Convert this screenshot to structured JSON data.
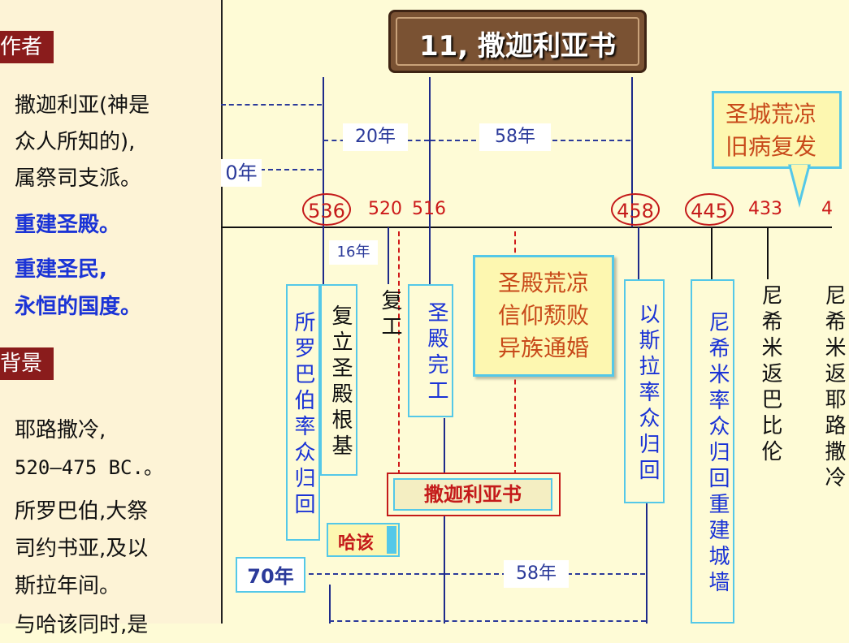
{
  "left_panel": {
    "author_tag": "作者",
    "author_lines": [
      "撒迦利亚(神是",
      "众人所知的),",
      "属祭司支派。"
    ],
    "purpose_lines": [
      "重建圣殿。",
      "重建圣民,",
      "永恒的国度。"
    ],
    "background_tag": "背景",
    "background_lines": [
      "耶路撒冷,",
      "520—475 BC.。",
      "所罗巴伯,大祭",
      "司约书亚,及以",
      "斯拉年间。",
      "与哈该同时,是"
    ]
  },
  "title": "11, 撒迦利亚书",
  "years": {
    "y536": "536",
    "y520": "520",
    "y516": "516",
    "y458": "458",
    "y445": "445",
    "y433": "433",
    "y4x": "4"
  },
  "durations": {
    "d20": "20年",
    "d58_top": "58年",
    "d70_left": "0年",
    "d16": "16年",
    "d70_bottom": "70年",
    "d58_bottom": "58年"
  },
  "events": {
    "zerubbabel": "所罗巴伯率众归回",
    "foundation": "复立圣殿根基",
    "resume": "复工",
    "temple_done": "圣殿完工",
    "ezra": "以斯拉率众归回",
    "nehemiah": "尼希米率众归回重建城墙",
    "nehemiah_return": "尼希米返巴比伦",
    "nehemiah_again": "尼希米返耶路撒冷"
  },
  "callouts": {
    "temple_desolate": [
      "圣殿荒凉",
      "信仰颓败",
      "异族通婚"
    ],
    "city_desolate": [
      "圣城荒凉",
      "旧病复发"
    ]
  },
  "book_labels": {
    "zechariah": "撒迦利亚书",
    "haggai": "哈该"
  }
}
